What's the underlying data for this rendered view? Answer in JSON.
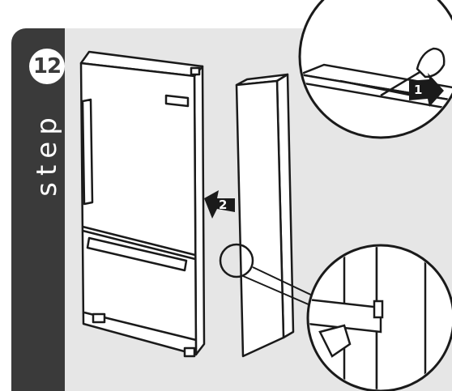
{
  "step": {
    "word": "step",
    "number": "12"
  },
  "callouts": {
    "arrow_1_label": "1",
    "arrow_2_label": "2"
  },
  "colors": {
    "background_panel": "#e6e6e6",
    "side_band": "#3a3a3a",
    "line": "#1a1a1a",
    "fill": "#ffffff"
  }
}
